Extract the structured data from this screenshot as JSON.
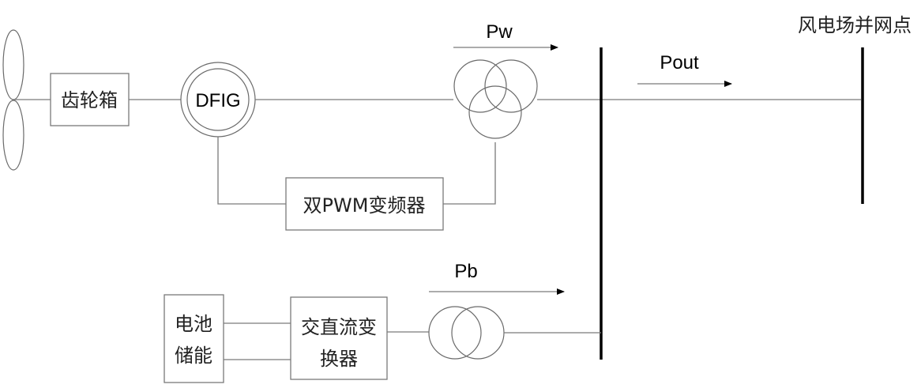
{
  "diagram": {
    "title": "风电场并网点",
    "components": {
      "gearbox": "齿轮箱",
      "generator": "DFIG",
      "converter_pwm": "双PWM变频器",
      "battery_line1": "电池",
      "battery_line2": "储能",
      "acdc_line1": "交直流变",
      "acdc_line2": "换器"
    },
    "power_labels": {
      "wind": "Pw",
      "output": "Pout",
      "battery": "Pb"
    },
    "colors": {
      "line": "#7a7a7a",
      "bus": "#000000",
      "text": "#222222"
    }
  }
}
